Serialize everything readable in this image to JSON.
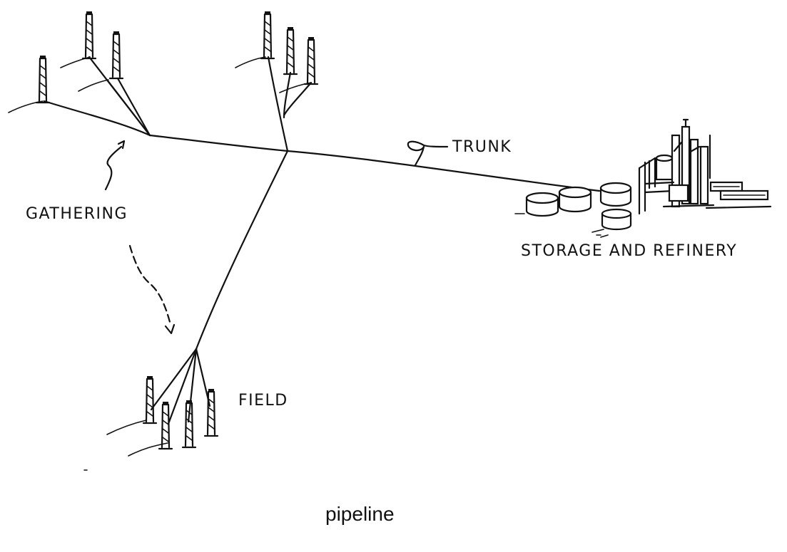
{
  "diagram": {
    "labels": {
      "gathering": "GATHERING",
      "trunk": "TRUNK",
      "storage_refinery": "STORAGE AND REFINERY",
      "field": "FIELD"
    },
    "caption": "pipeline",
    "colors": {
      "ink": "#111111",
      "background": "#ffffff"
    },
    "icons": [
      "oil-derrick-icon",
      "storage-tank-icon",
      "refinery-icon"
    ]
  }
}
